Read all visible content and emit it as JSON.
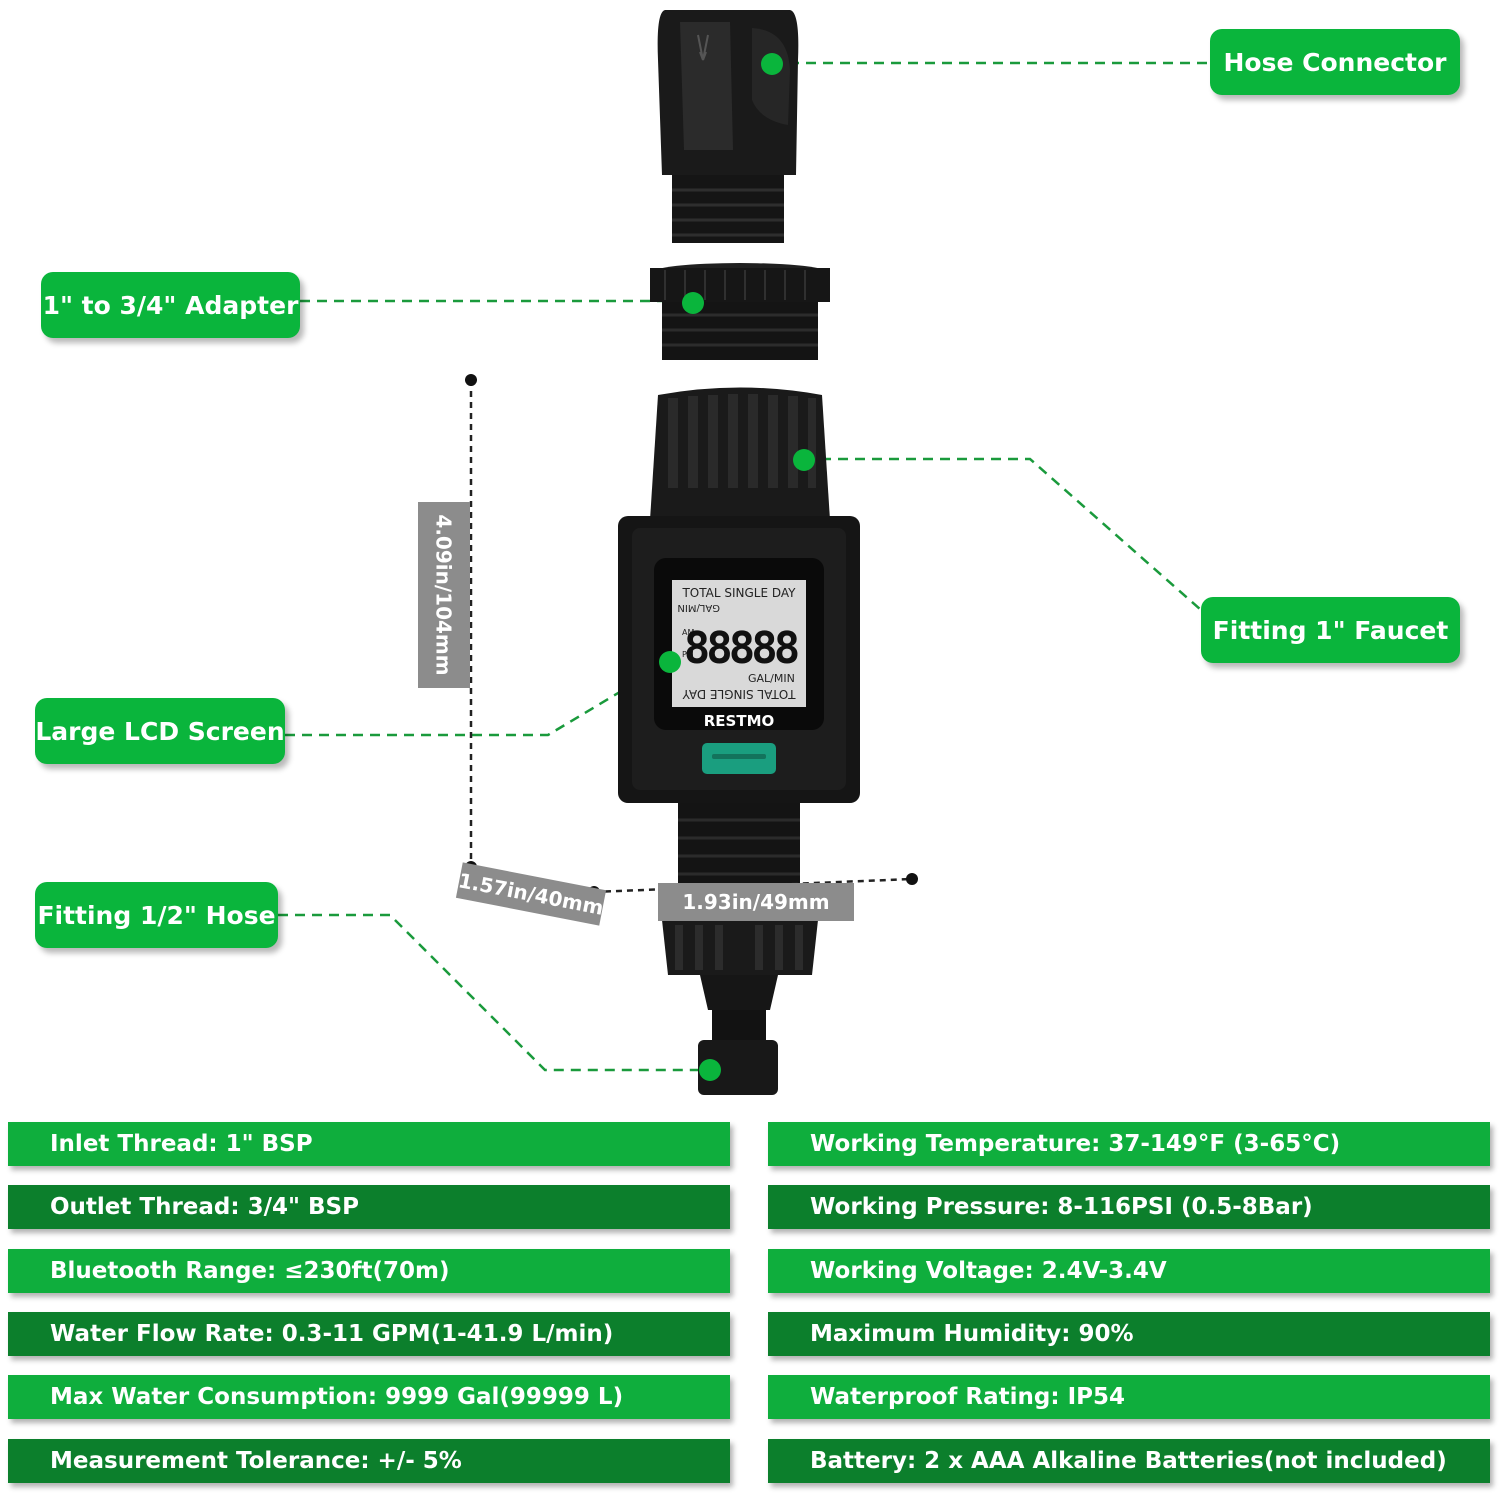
{
  "colors": {
    "accent_green": "#0ab53c",
    "dark_green": "#0c7f2c",
    "dimension_gray": "#8c8c8c",
    "device_black": "#151515",
    "button_teal": "#1a9e7f"
  },
  "callouts": {
    "hose_connector": "Hose Connector",
    "adapter": "1\" to 3/4\" Adapter",
    "fitting_faucet": "Fitting 1\" Faucet",
    "lcd_screen": "Large LCD Screen",
    "fitting_hose": "Fitting 1/2\" Hose"
  },
  "dimensions": {
    "height": "4.09in/104mm",
    "width": "1.57in/40mm",
    "depth": "1.93in/49mm"
  },
  "device": {
    "brand": "RESTMO",
    "lcd_top_labels": "TOTAL SINGLE DAY",
    "lcd_unit": "GAL/MIN",
    "lcd_digits": "88888",
    "lcd_am": "AM",
    "lcd_pm": "PM"
  },
  "specs": [
    {
      "text": "Inlet Thread:  1\" BSP",
      "tone": "light"
    },
    {
      "text": "Working Temperature:  37-149°F (3-65°C)",
      "tone": "light"
    },
    {
      "text": "Outlet Thread:  3/4\" BSP",
      "tone": "dark"
    },
    {
      "text": "Working Pressure:  8-116PSI (0.5-8Bar)",
      "tone": "dark"
    },
    {
      "text": "Bluetooth Range:  ≤230ft(70m)",
      "tone": "light"
    },
    {
      "text": "Working Voltage:  2.4V-3.4V",
      "tone": "light"
    },
    {
      "text": "Water Flow Rate:  0.3-11 GPM(1-41.9 L/min)",
      "tone": "dark"
    },
    {
      "text": "Maximum Humidity:  90%",
      "tone": "dark"
    },
    {
      "text": "Max Water Consumption:  9999 Gal(99999 L)",
      "tone": "light"
    },
    {
      "text": "Waterproof Rating:  IP54",
      "tone": "light"
    },
    {
      "text": "Measurement Tolerance:  +/- 5%",
      "tone": "dark"
    },
    {
      "text": "Battery:  2 x AAA Alkaline Batteries(not included)",
      "tone": "dark"
    }
  ]
}
